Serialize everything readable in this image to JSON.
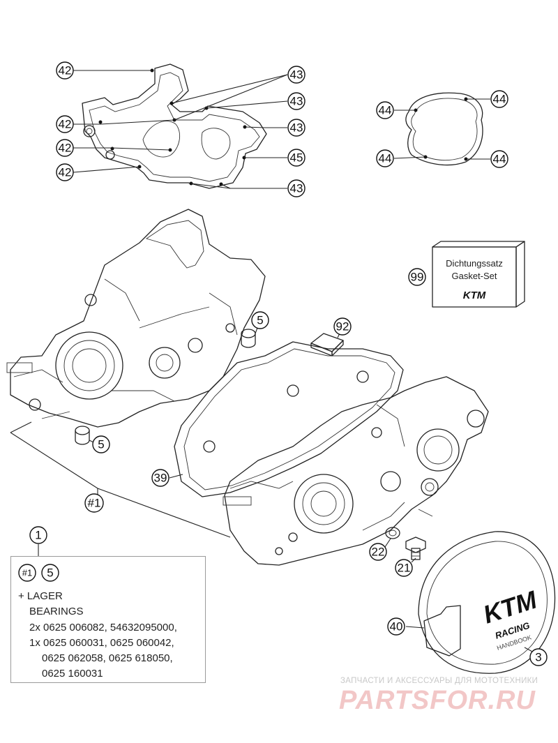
{
  "callouts": {
    "c42a": "42",
    "c42b": "42",
    "c42c": "42",
    "c42d": "42",
    "c43a": "43",
    "c43b": "43",
    "c43c": "43",
    "c43d": "43",
    "c45": "45",
    "c44a": "44",
    "c44b": "44",
    "c44c": "44",
    "c44d": "44",
    "c99": "99",
    "c5a": "5",
    "c5b": "5",
    "c92": "92",
    "c39": "39",
    "c1hash": "#1",
    "c1": "1",
    "c22": "22",
    "c21": "21",
    "c40": "40",
    "c3": "3"
  },
  "gasket_set_box": {
    "line1": "Dichtungssatz",
    "line2": "Gasket-Set",
    "brand": "KTM"
  },
  "legend": {
    "ref_hash": "#1",
    "ref_num": "5",
    "line1": "+ LAGER",
    "line2": "BEARINGS",
    "line3": "2x 0625 006082, 54632095000,",
    "line4": "1x 0625 060031, 0625 060042,",
    "line5": "0625 062058, 0625 618050,",
    "line6": "0625 160031"
  },
  "ignition_cover": {
    "brand": "KTM",
    "sub1": "RACING",
    "sub2": "HANDBOOK"
  },
  "watermark": {
    "tagline": "ЗАПЧАСТИ И АКСЕССУАРЫ ДЛЯ МОТОТЕХНИКИ",
    "logo": "PARTSFOR.RU"
  },
  "colors": {
    "line": "#222222",
    "watermark": "#f2c7c7",
    "legend_border": "#9a9a9a"
  }
}
